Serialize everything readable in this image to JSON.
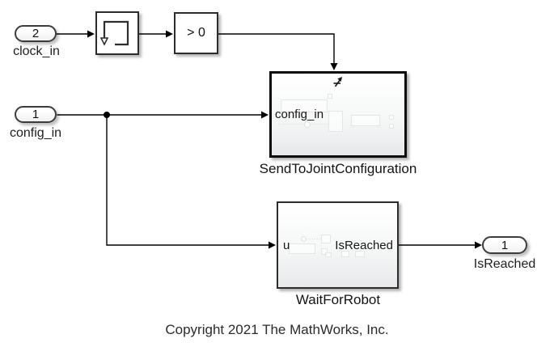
{
  "diagram": {
    "ports": {
      "clock_in": {
        "number": "2",
        "label": "clock_in"
      },
      "config_in": {
        "number": "1",
        "label": "config_in"
      },
      "is_reached": {
        "number": "1",
        "label": "IsReached"
      }
    },
    "blocks": {
      "memory": {
        "icon": "memory-loop-icon"
      },
      "compare": {
        "label": "> 0"
      },
      "send_to_joint_configuration": {
        "title": "SendToJointConfiguration",
        "input_port_label": "config_in",
        "icon": "trigger-edge-icon"
      },
      "wait_for_robot": {
        "title": "WaitForRobot",
        "input_port_label": "u",
        "output_port_label": "IsReached"
      }
    },
    "annotation": {
      "copyright": "Copyright 2021 The MathWorks, Inc."
    },
    "colors": {
      "wire": "#000000",
      "thick_border": "#0c0c0c",
      "block_border": "#2c2c2c",
      "subsystem_fill_bottom": "#e7e9ea",
      "ghost": "#e3e5e6"
    }
  }
}
